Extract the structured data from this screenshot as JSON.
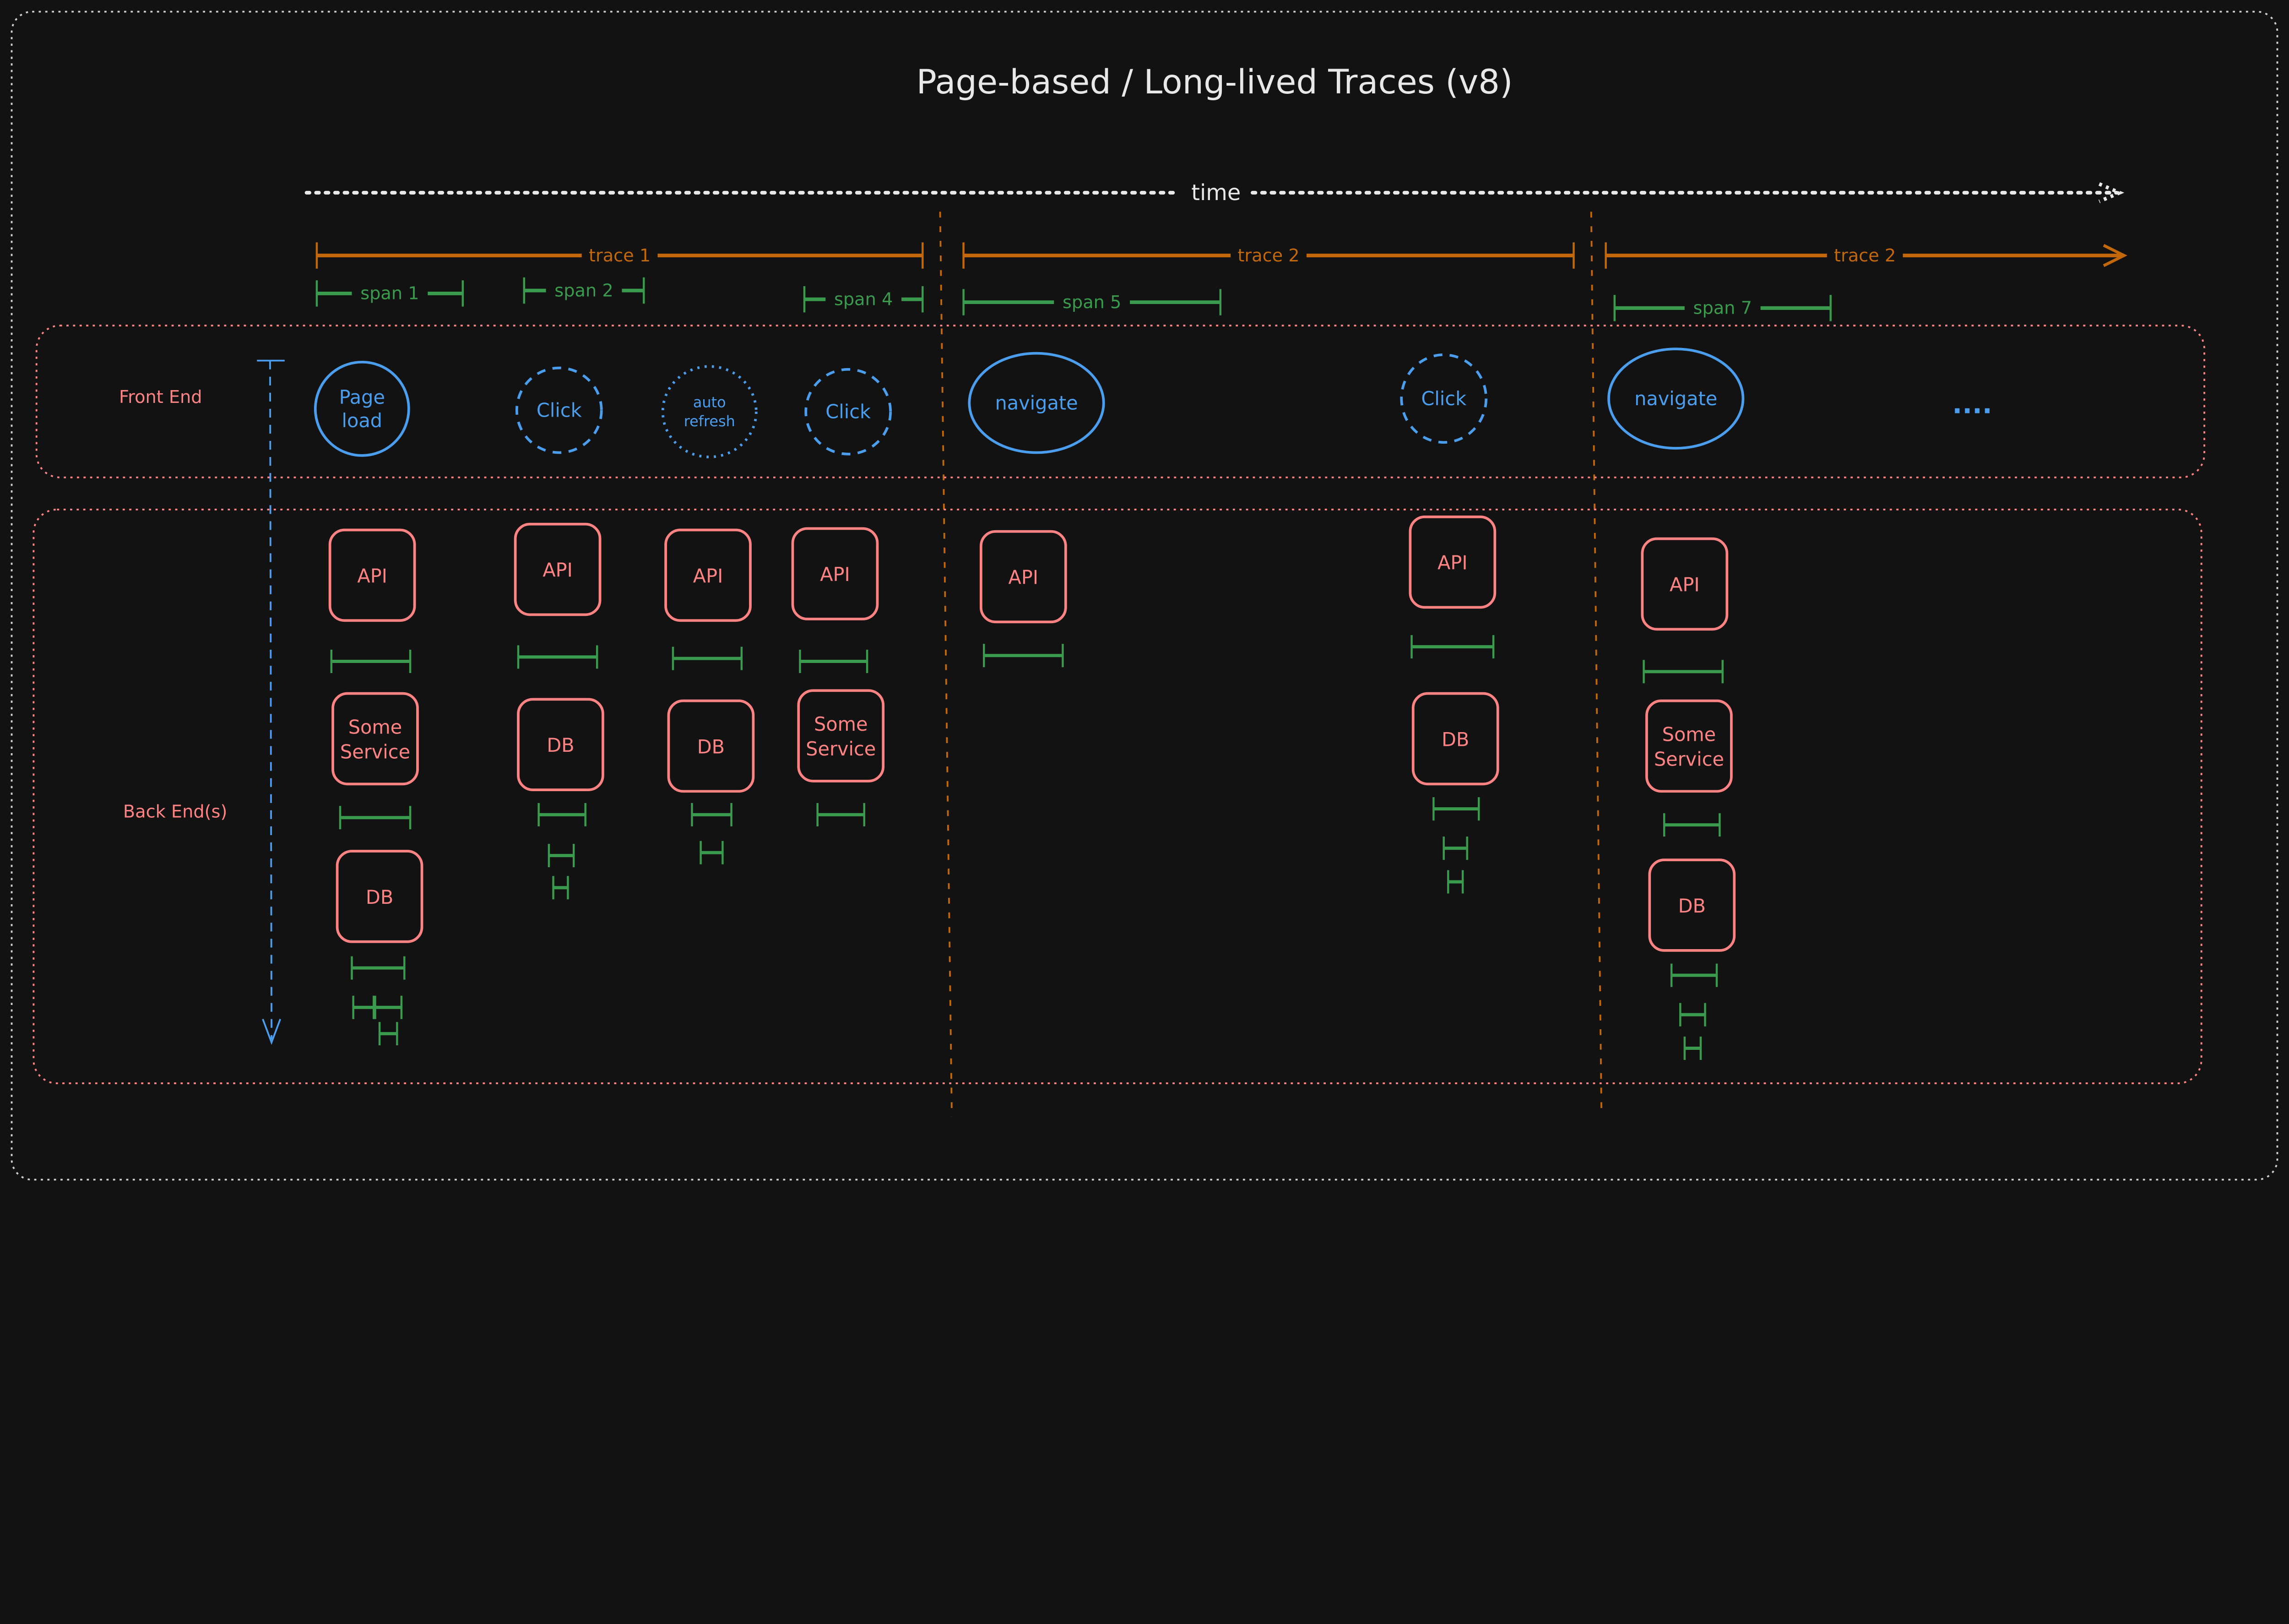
{
  "title": "Page-based / Long-lived Traces (v8)",
  "time_label": "time",
  "traces": [
    "trace 1",
    "trace 2",
    "trace 2"
  ],
  "spans": [
    "span 1",
    "span 2",
    "span 4",
    "span 5",
    "span 7"
  ],
  "lanes": {
    "front_end": "Front End",
    "back_end": "Back End(s)"
  },
  "front_end_events": [
    {
      "lines": [
        "Page",
        "load"
      ],
      "border": "solid"
    },
    {
      "lines": [
        "Click"
      ],
      "border": "dashed"
    },
    {
      "lines": [
        "auto",
        "refresh"
      ],
      "border": "dotted"
    },
    {
      "lines": [
        "Click"
      ],
      "border": "dashed"
    },
    {
      "lines": [
        "navigate"
      ],
      "border": "solid"
    },
    {
      "lines": [
        "Click"
      ],
      "border": "dashed"
    },
    {
      "lines": [
        "navigate"
      ],
      "border": "solid"
    }
  ],
  "ellipsis": "....",
  "back_end_columns": [
    [
      {
        "lines": [
          "API"
        ]
      },
      {
        "lines": [
          "Some",
          "Service"
        ]
      },
      {
        "lines": [
          "DB"
        ]
      }
    ],
    [
      {
        "lines": [
          "API"
        ]
      },
      {
        "lines": [
          "DB"
        ]
      }
    ],
    [
      {
        "lines": [
          "API"
        ]
      },
      {
        "lines": [
          "DB"
        ]
      }
    ],
    [
      {
        "lines": [
          "API"
        ]
      },
      {
        "lines": [
          "Some",
          "Service"
        ]
      }
    ],
    [
      {
        "lines": [
          "API"
        ]
      }
    ],
    [
      {
        "lines": [
          "API"
        ]
      },
      {
        "lines": [
          "DB"
        ]
      }
    ],
    [
      {
        "lines": [
          "API"
        ]
      },
      {
        "lines": [
          "Some",
          "Service"
        ]
      },
      {
        "lines": [
          "DB"
        ]
      }
    ]
  ],
  "colors": {
    "background": "#121212",
    "text": "#e8e8e8",
    "trace": "#c2680a",
    "span": "#3a9a4e",
    "front_end": "#4a9eed",
    "back_end": "#ff8383"
  }
}
